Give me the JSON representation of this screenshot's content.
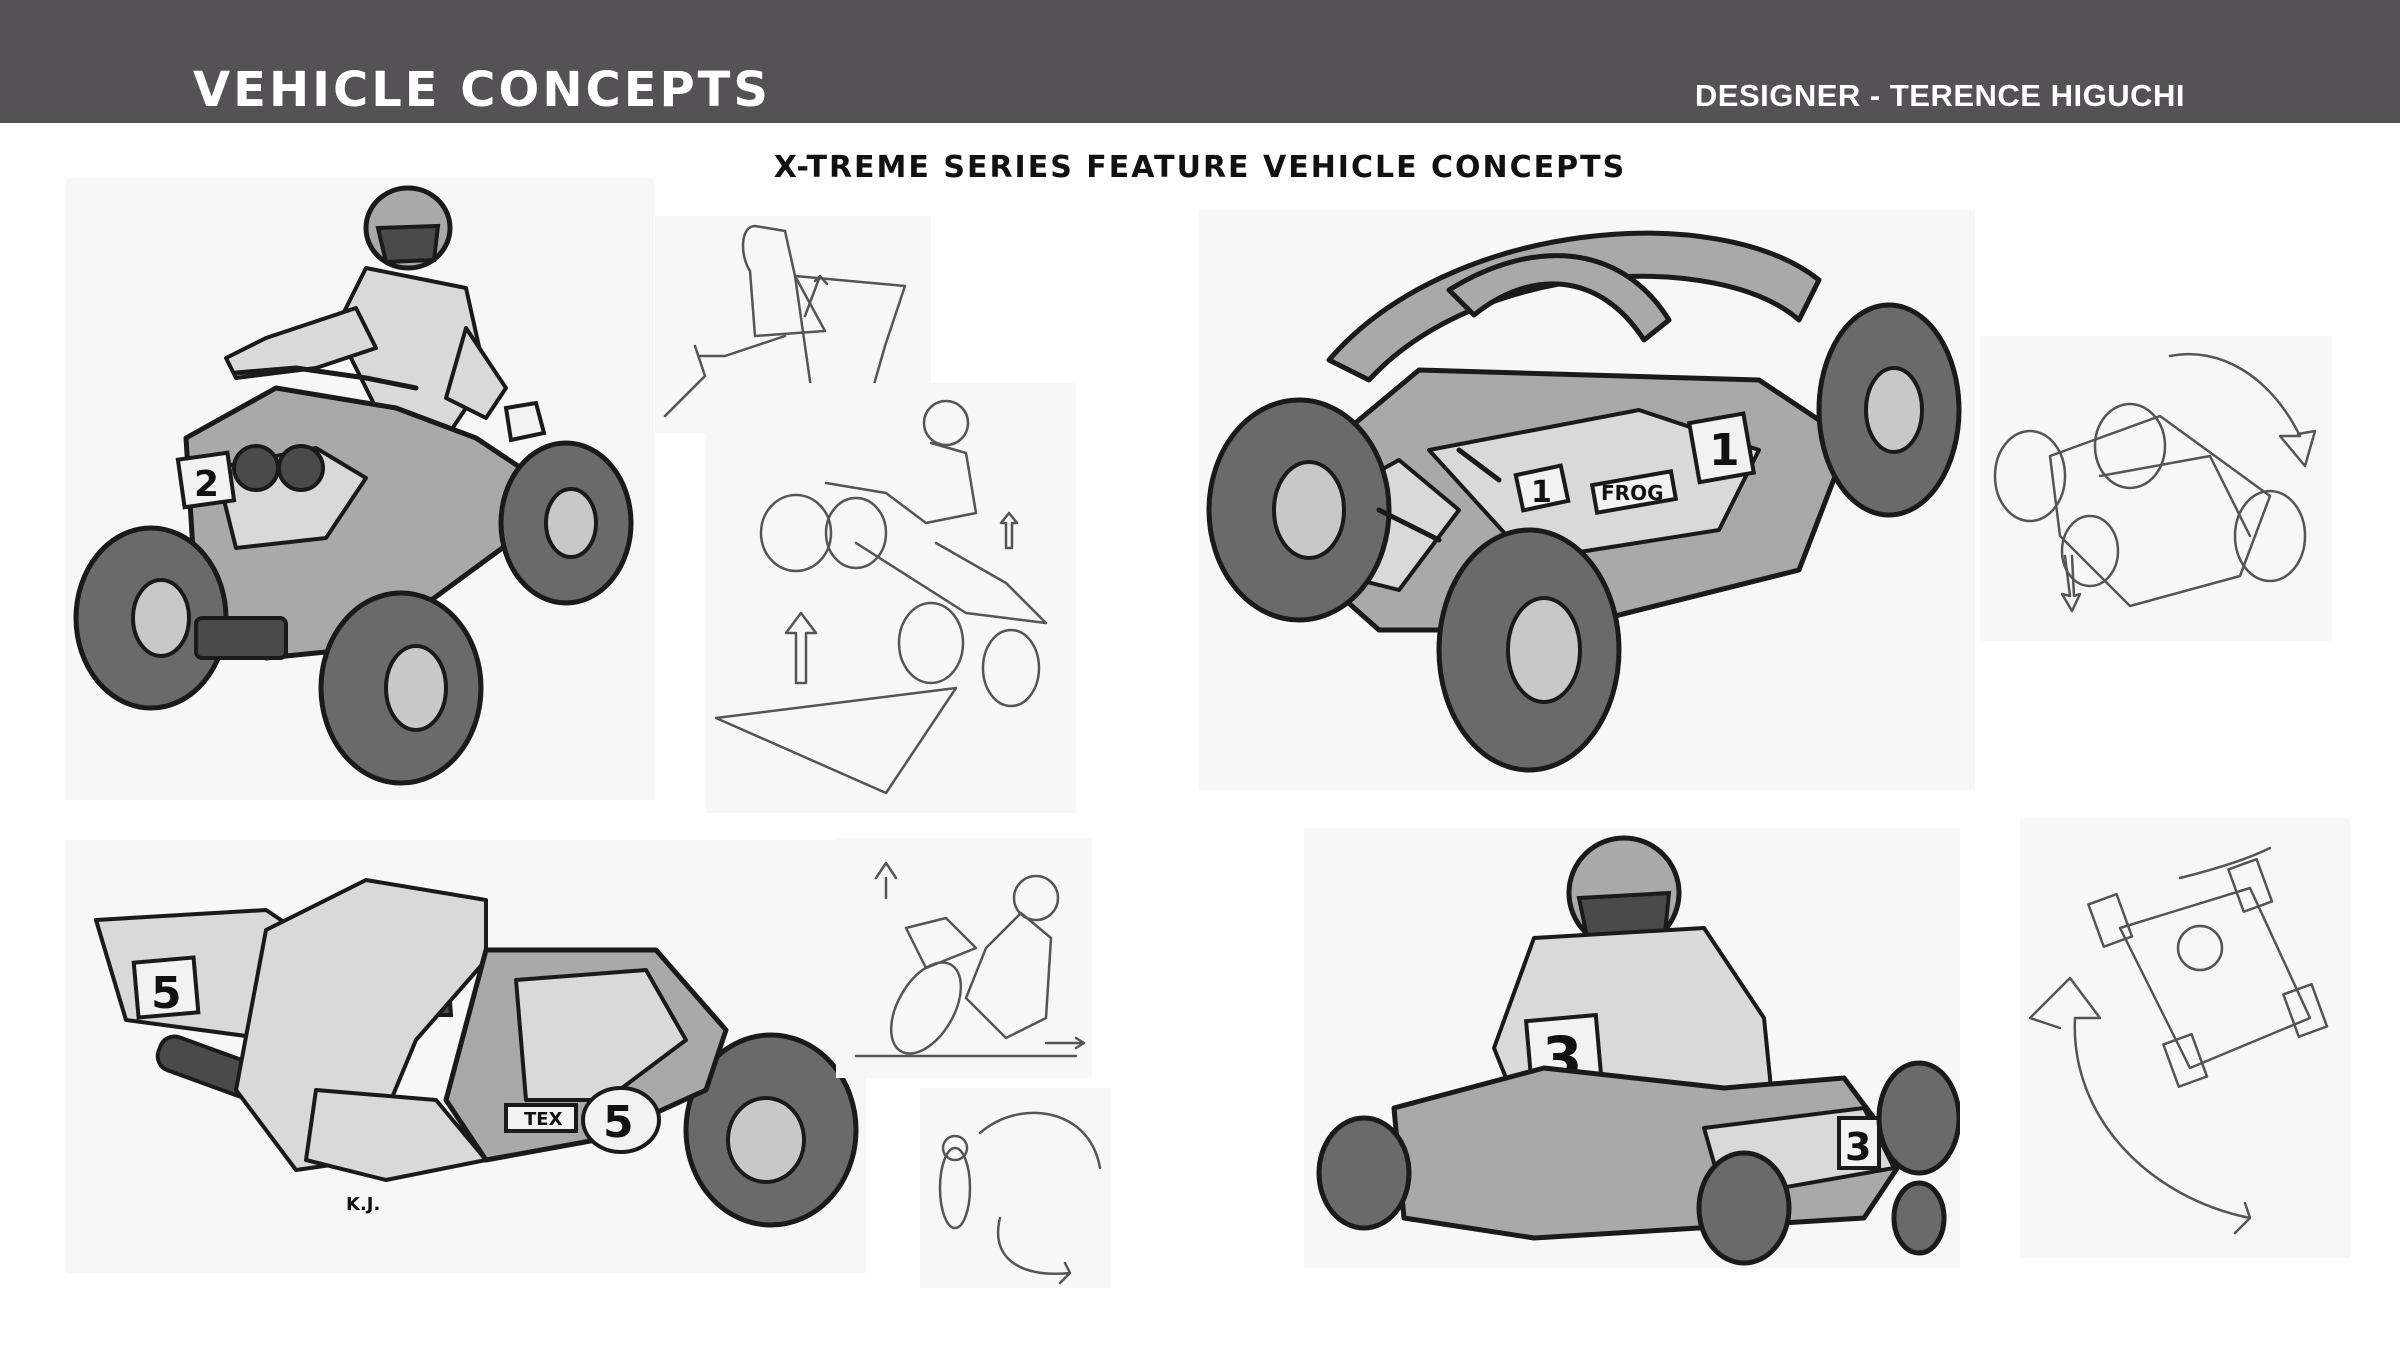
{
  "header": {
    "title": "VEHICLE CONCEPTS",
    "designer": "DESIGNER - TERENCE HIGUCHI"
  },
  "subtitle": "X-TREME SERIES FEATURE VEHICLE CONCEPTS",
  "colors": {
    "header_bg": "#545254",
    "header_text": "#ffffff",
    "page_bg": "#ffffff"
  },
  "concepts": {
    "atv": {
      "number": "2"
    },
    "buggy": {
      "number": "1",
      "label": "FROG"
    },
    "motorcycle": {
      "number": "5",
      "label": "TEX",
      "rider_initials": "K.J."
    },
    "kart": {
      "number": "3"
    }
  }
}
